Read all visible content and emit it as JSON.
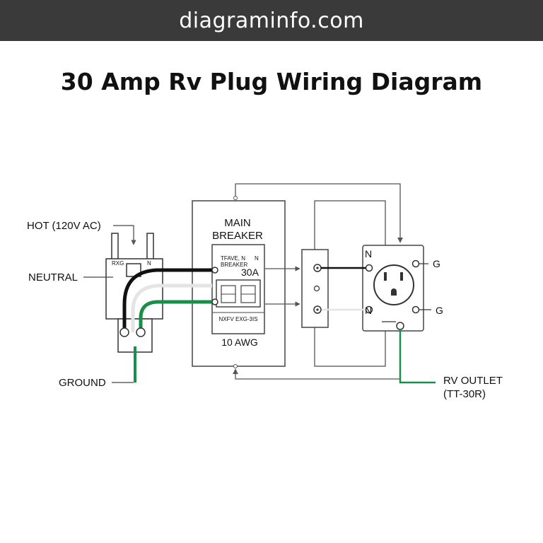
{
  "header": {
    "site": "diagraminfo.com"
  },
  "title": "30 Amp Rv Plug Wiring Diagram",
  "labels": {
    "hot": "HOT (120V AC)",
    "neutral": "NEUTRAL",
    "ground": "GROUND",
    "plug_tag": "RXG",
    "plug_tag2": "N",
    "breaker_title_1": "MAIN",
    "breaker_title_2": "BREAKER",
    "breaker_inner_1": "TFAVE, N",
    "breaker_inner_2": "BREAKER",
    "breaker_inner_mark": "N",
    "breaker_rating": "30A",
    "breaker_bottom": "NXFV EXG-3IS",
    "wire_gauge": "10 AWG",
    "outlet_n_top": "N",
    "outlet_n_bottom": "N",
    "outlet_g_top": "G",
    "outlet_g_bottom": "G",
    "rv_outlet_1": "RV OUTLET",
    "rv_outlet_2": "(TT-30R)"
  },
  "colors": {
    "hot": "#111111",
    "neutral": "#e6e6e6",
    "ground": "#1a8f4a",
    "line": "#555555",
    "banner": "#3a3a3a"
  }
}
